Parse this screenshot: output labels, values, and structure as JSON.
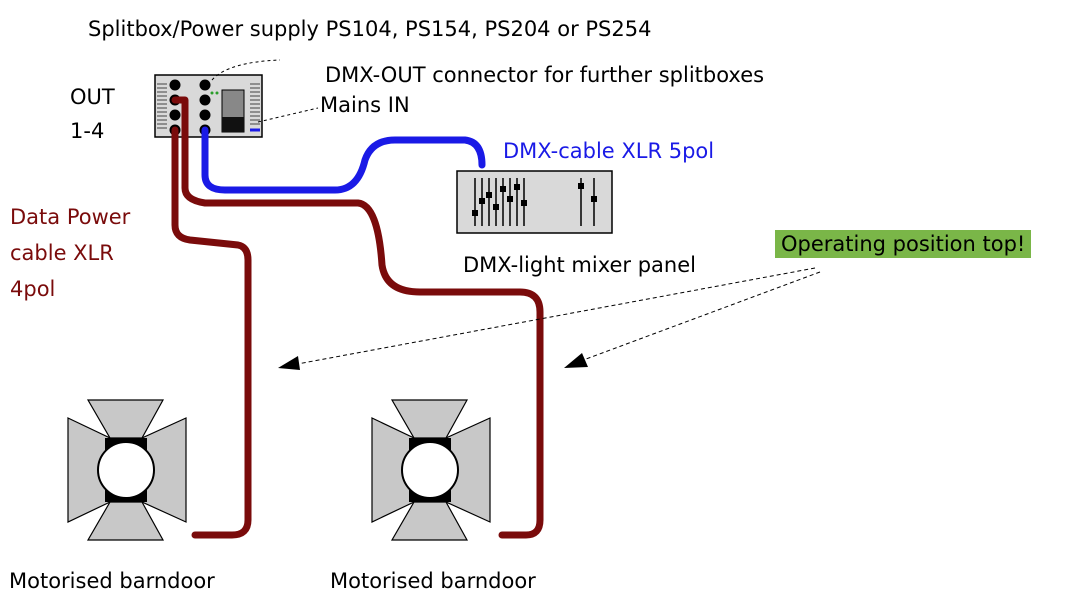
{
  "labels": {
    "title": "Splitbox/Power supply PS104, PS154, PS204 or PS254",
    "out": "OUT",
    "out_range": "1-4",
    "dmx_out": "DMX-OUT connector for further splitboxes",
    "mains_in": "Mains IN",
    "dmx_cable": "DMX-cable XLR 5pol",
    "data_power_line1": "Data Power",
    "data_power_line2": "cable XLR",
    "data_power_line3": "4pol",
    "mixer": "DMX-light mixer panel",
    "operating": "Operating position top!",
    "barndoor_left": "Motorised barndoor",
    "barndoor_right": "Motorised barndoor"
  },
  "colors": {
    "power_cable": "#7a0b0b",
    "dmx_cable": "#1a1ae6",
    "badge": "#7ab648",
    "barndoor_flap": "#c8c8c8"
  }
}
